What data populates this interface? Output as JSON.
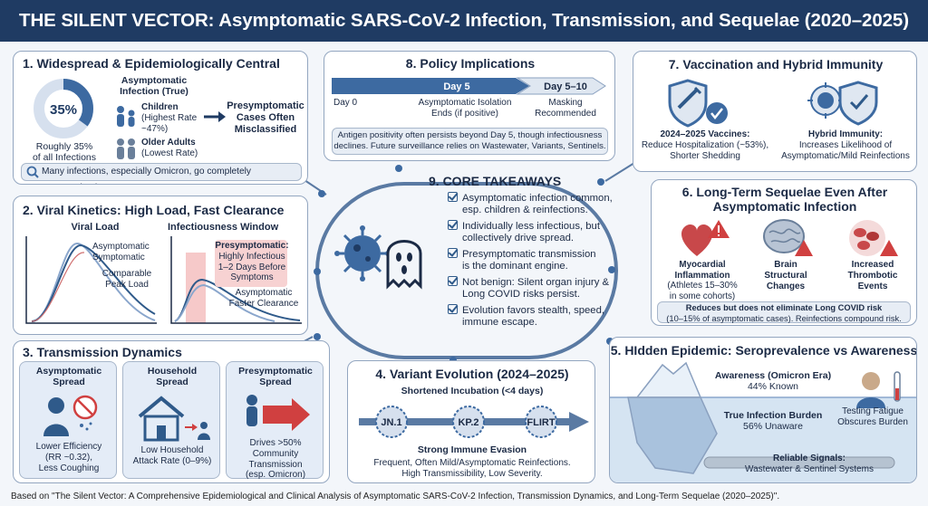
{
  "title": "THE SILENT VECTOR: Asymptomatic SARS-CoV-2 Infection, Transmission, and Sequelae (2020–2025)",
  "footer": "Based on \"The Silent Vector: A Comprehensive Epidemiological and Clinical Analysis of Asymptomatic SARS-CoV-2 Infection, Transmission Dynamics, and Long-Term Sequelae (2020–2025)\".",
  "panel1": {
    "title": "1. Widespread & Epidemiologically Central",
    "donut_value": 35,
    "donut_label": "35%",
    "donut_caption1": "Roughly 35%",
    "donut_caption2": "of all Infections",
    "subtitle1": "Asymptomatic",
    "subtitle2": "Infection (True)",
    "children1": "Children",
    "children2": "(Highest Rate",
    "children3": "~47%)",
    "older1": "Older Adults",
    "older2": "(Lowest Rate)",
    "pre1": "Presymptomatic",
    "pre2": "Cases Often",
    "pre3": "Misclassified",
    "note": "Many infections, especially Omicron, go completely unrecognized."
  },
  "panel2": {
    "title": "2. Viral Kinetics: High Load, Fast Clearance",
    "viral_load": "Viral Load",
    "asym": "Asymptomatic",
    "sym": "Symptomatic",
    "comp1": "Comparable",
    "comp2": "Peak Load",
    "window": "Infectiousness Window",
    "presym1": "Presymptomatic:",
    "presym2": "Highly Infectious",
    "presym3": "1–2 Days Before",
    "presym4": "Symptoms",
    "asym2": "Asymptomatic",
    "faster": "Faster Clearance"
  },
  "panel3": {
    "title": "3. Transmission Dynamics",
    "c1_t1": "Asymptomatic",
    "c1_t2": "Spread",
    "c1_d1": "Lower Efficiency",
    "c1_d2": "(RR ~0.32),",
    "c1_d3": "Less Coughing",
    "c2_t1": "Household",
    "c2_t2": "Spread",
    "c2_d1": "Low Household",
    "c2_d2": "Attack Rate (0–9%)",
    "c3_t1": "Presymptomatic",
    "c3_t2": "Spread",
    "c3_d1": "Drives >50%",
    "c3_d2": "Community",
    "c3_d3": "Transmission",
    "c3_d4": "(esp. Omicron)"
  },
  "panel4": {
    "title": "4. Variant Evolution (2024–2025)",
    "incubation": "Shortened Incubation (<4 days)",
    "v1": "JN.1",
    "v2": "KP.2",
    "v3": "FLIRT",
    "evasion": "Strong Immune Evasion",
    "d1": "Frequent, Often Mild/Asymptomatic Reinfections.",
    "d2": "High Transmissibility, Low Severity."
  },
  "panel5": {
    "title": "5. HIdden Epidemic: Seroprevalence vs Awareness",
    "aw1": "Awareness (Omicron Era)",
    "aw2": "44% Known",
    "aw_pct": 44,
    "tb1": "True Infection Burden",
    "tb2": "56% Unaware",
    "tf1": "Testing Fatigue",
    "tf2": "Obscures Burden",
    "rs1": "Reliable Signals:",
    "rs2": "Wastewater & Sentinel Systems"
  },
  "panel6": {
    "title1": "6. Long-Term Sequelae Even After",
    "title2": "Asymptomatic Infection",
    "m1": "Myocardial",
    "m2": "Inflammation",
    "m3": "(Athletes 15–30%",
    "m4": "in some cohorts)",
    "b1": "Brain",
    "b2": "Structural",
    "b3": "Changes",
    "th1": "Increased",
    "th2": "Thrombotic",
    "th3": "Events",
    "n1": "Reduces but does not eliminate Long COVID risk",
    "n2": "(10–15% of asymptomatic cases). Reinfections compound risk."
  },
  "panel7": {
    "title": "7. Vaccination and Hybrid Immunity",
    "v1": "2024–2025 Vaccines:",
    "v2": "Reduce Hospitalization (~53%),",
    "v3": "Shorter Shedding",
    "h1": "Hybrid Immunity:",
    "h2": "Increases Likelihood of",
    "h3": "Asymptomatic/Mild Reinfections"
  },
  "panel8": {
    "title": "8. Policy Implications",
    "day5": "Day 5",
    "day510": "Day 5–10",
    "day0": "Day 0",
    "iso1": "Asymptomatic Isolation",
    "iso2": "Ends (if positive)",
    "mask1": "Masking",
    "mask2": "Recommended",
    "n1": "Antigen positivity often persists beyond Day 5, though infectiousness",
    "n2": "declines. Future surveillance relies on Wastewater, Variants, Sentinels."
  },
  "core": {
    "title": "9. CORE TAKEAWAYS",
    "items": [
      [
        "Asymptomatic infection common,",
        "esp. children & reinfections."
      ],
      [
        "Individually less infectious, but",
        "collectively drive spread."
      ],
      [
        "Presymptomatic transmission",
        "is the dominant engine."
      ],
      [
        "Not benign: Silent organ injury &",
        "Long COVID risks persist."
      ],
      [
        "Evolution favors stealth, speed,",
        "immune escape."
      ]
    ]
  },
  "colors": {
    "navy": "#1f3b63",
    "blue": "#3d6aa1",
    "red": "#d04040"
  }
}
